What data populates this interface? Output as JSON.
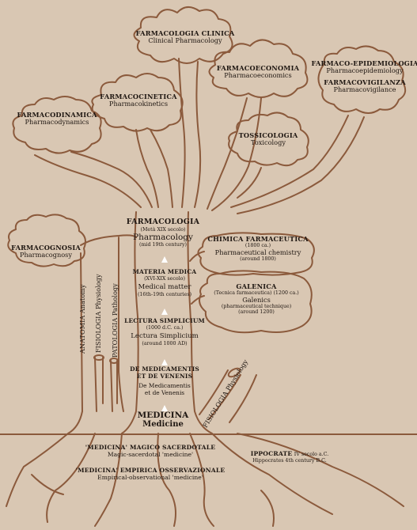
{
  "colors": {
    "background": "#d9c7b3",
    "stroke": "#8b5a3c",
    "text": "#1f1712"
  },
  "branches": {
    "clinical": {
      "it": "FARMACOLOGIA CLINICA",
      "en": "Clinical Pharmacology"
    },
    "economics": {
      "it": "FARMACOECONOMIA",
      "en": "Pharmacoeconomics"
    },
    "epidemiology": {
      "it": "FARMACO-EPIDEMIOLOGIA",
      "en": "Pharmacoepidemiology"
    },
    "vigilance": {
      "it": "FARMACOVIGILANZA",
      "en": "Pharmacovigilance"
    },
    "kinetics": {
      "it": "FARMACOCINETICA",
      "en": "Pharmacokinetics"
    },
    "dynamics": {
      "it": "FARMACODINAMICA",
      "en": "Pharmacodynamics"
    },
    "toxicology": {
      "it": "TOSSICOLOGIA",
      "en": "Toxicology"
    },
    "pharmacognosy": {
      "it": "FARMACOGNOSIA",
      "en": "Pharmacognosy"
    },
    "chemistry": {
      "it": "CHIMICA FARMACEUTICA",
      "date_it": "(1800 ca.)",
      "en": "Pharmaceutical chemistry",
      "date_en": "(around 1800)"
    },
    "galenics": {
      "it": "GALENICA",
      "sub_it": "(Tecnica farmaceutica) (1200 ca.)",
      "en": "Galenics",
      "sub_en": "(pharmaceutical technique)",
      "date_en": "(around 1200)"
    }
  },
  "trunk": {
    "pharmacology": {
      "it": "FARMACOLOGIA",
      "date_it": "(Metà XIX secolo)",
      "en": "Pharmacology",
      "date_en": "(mid 19th century)"
    },
    "materia": {
      "it": "MATERIA MEDICA",
      "date_it": "(XVI-XIX secolo)",
      "en": "Medical matter",
      "date_en": "(16th-19th centuries)"
    },
    "lectura": {
      "it": "LECTURA SIMPLICIUM",
      "date_it": "(1000 d.C. ca.)",
      "en": "Lectura Simplicium",
      "date_en": "(around 1000 AD)"
    },
    "medicamentis": {
      "it_line1": "DE MEDICAMENTIS",
      "it_line2": "ET DE VENENIS",
      "en_line1": "De Medicamentis",
      "en_line2": "et de Venenis"
    },
    "medicine": {
      "it": "MEDICINA",
      "en": "Medicine"
    }
  },
  "side": {
    "anatomy": "ANATOMIA Anatomy",
    "physiology": "FISIOLOGIA Physiology",
    "pathology": "PATOLOGIA Pathology",
    "physiology_right": "FISIOLOGIA Physiology"
  },
  "roots": {
    "magic_it": "'MEDICINA' MAGICO SACERDOTALE",
    "magic_en": "Magic-sacerdotal 'medicine'",
    "empirical_it": "'MEDICINA' EMPIRICA OSSERVAZIONALE",
    "empirical_en": "Empirical-observational 'medicine'",
    "hippocrates": "IPPOCRATE",
    "hippocrates_it_date": "IV secolo a.C.",
    "hippocrates_en_date": "Hippocrates 4th century B.C."
  }
}
